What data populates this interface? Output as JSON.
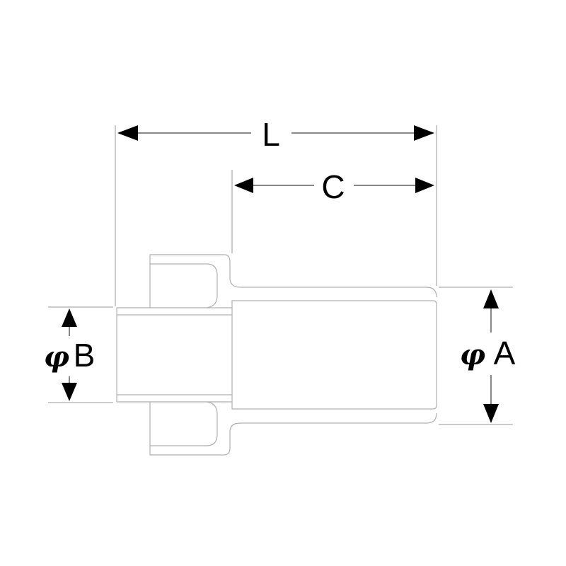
{
  "dimensions": {
    "L": {
      "label": "L"
    },
    "C": {
      "label": "C"
    },
    "A": {
      "symbol": "φ",
      "label": "A"
    },
    "B": {
      "symbol": "φ",
      "label": "B"
    }
  }
}
